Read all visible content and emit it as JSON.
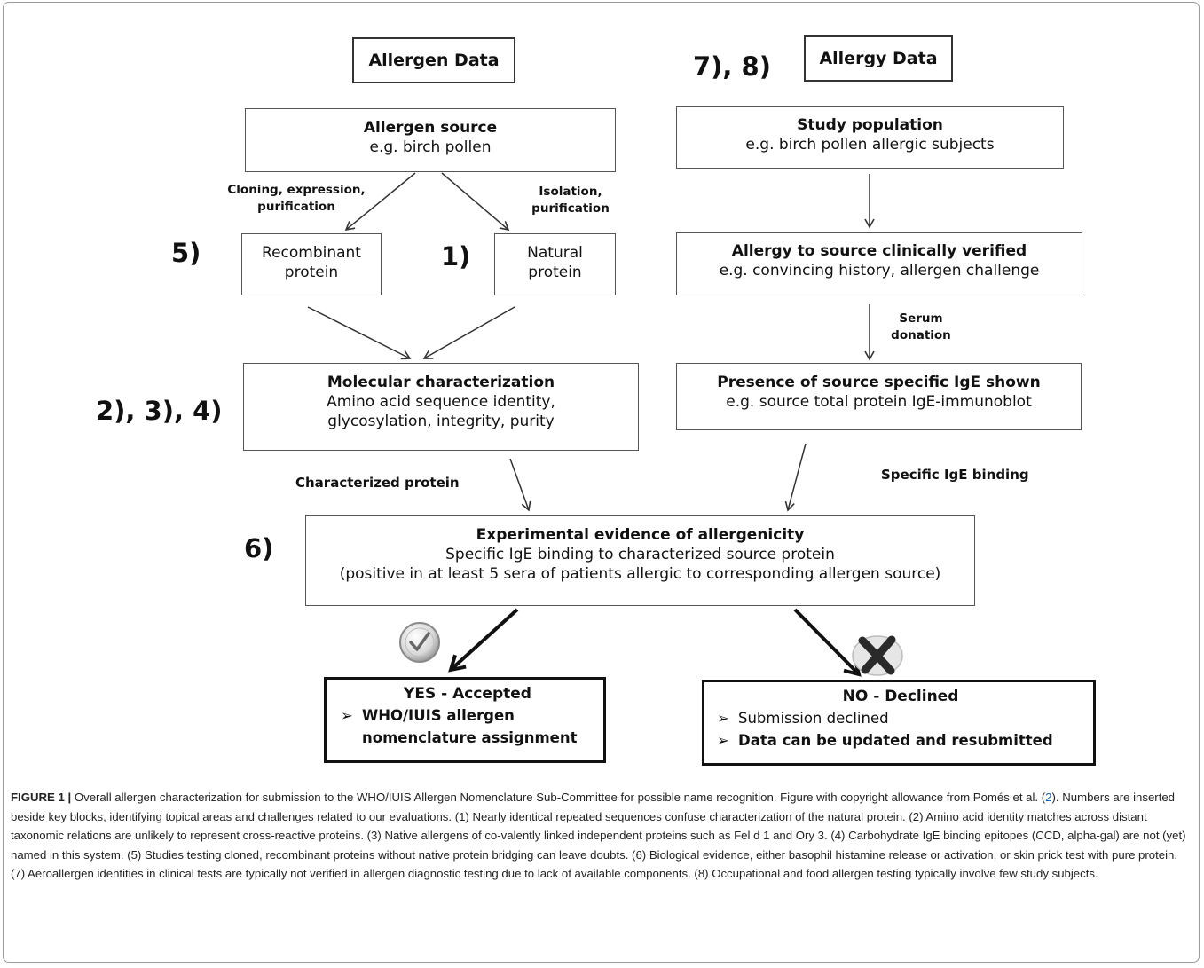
{
  "headers": {
    "allergen_data": "Allergen Data",
    "allergy_data": "Allergy Data"
  },
  "numbers": {
    "n78": "7), 8)",
    "n5": "5)",
    "n1": "1)",
    "n234": "2), 3), 4)",
    "n6": "6)"
  },
  "boxes": {
    "allergen_source": {
      "title": "Allergen source",
      "sub": "e.g. birch pollen"
    },
    "study_population": {
      "title": "Study population",
      "sub": "e.g. birch pollen allergic subjects"
    },
    "recombinant": {
      "line1": "Recombinant",
      "line2": "protein"
    },
    "natural": {
      "line1": "Natural",
      "line2": "protein"
    },
    "allergy_verified": {
      "title": "Allergy to source clinically verified",
      "sub": "e.g. convincing history, allergen challenge"
    },
    "molecular": {
      "title": "Molecular characterization",
      "sub1": "Amino acid sequence  identity,",
      "sub2": "glycosylation, integrity, purity"
    },
    "presence_ige": {
      "title": "Presence of source specific IgE shown",
      "sub": "e.g. source total protein IgE-immunoblot"
    },
    "experimental": {
      "title": "Experimental evidence of allergenicity",
      "sub1": "Specific IgE binding to characterized source protein",
      "sub2": "(positive in at least 5 sera of patients allergic to corresponding allergen source)"
    },
    "yes": {
      "title": "YES - Accepted",
      "marker": "➢",
      "item1a": "WHO/IUIS allergen",
      "item1b": "nomenclature assignment"
    },
    "no": {
      "title": "NO - Declined",
      "marker": "➢",
      "item1": "Submission declined",
      "item2": "Data can be updated and resubmitted"
    }
  },
  "labels": {
    "cloning_1": "Cloning, expression,",
    "cloning_2": "purification",
    "isolation_1": "Isolation,",
    "isolation_2": "purification",
    "serum_1": "Serum",
    "serum_2": "donation",
    "characterized": "Characterized protein",
    "specific_ige": "Specific IgE binding"
  },
  "icons": {
    "accept": "check-circle-icon",
    "decline": "x-mark-icon"
  },
  "caption": {
    "fig_label": "FIGURE 1 |",
    "text_a": " Overall allergen characterization for submission to the WHO/IUIS Allergen Nomenclature Sub-Committee for possible name recognition. Figure with copyright allowance from Pomés et al. (",
    "ref": "2",
    "text_b": "). Numbers are inserted beside key blocks, identifying topical areas and challenges related to our evaluations. (1) Nearly identical repeated sequences confuse characterization of the natural protein. (2) Amino acid identity matches across distant taxonomic relations are unlikely to represent cross-reactive proteins. (3) Native allergens of co-valently linked independent proteins such as Fel d 1 and Ory 3. (4) Carbohydrate IgE binding epitopes (CCD, alpha-gal) are not (yet) named in this system. (5) Studies testing cloned, recombinant proteins without native protein bridging can leave doubts. (6) Biological evidence, either basophil histamine release or activation, or skin prick test with pure protein. (7) Aeroallergen identities in clinical tests are typically not verified in allergen diagnostic testing due to lack of available components. (8) Occupational and food allergen testing typically involve few study subjects."
  },
  "colors": {
    "box_border": "#555555",
    "outcome_border": "#111111",
    "caption_ref": "#1f5fa8",
    "frame": "#9a9a9a"
  }
}
